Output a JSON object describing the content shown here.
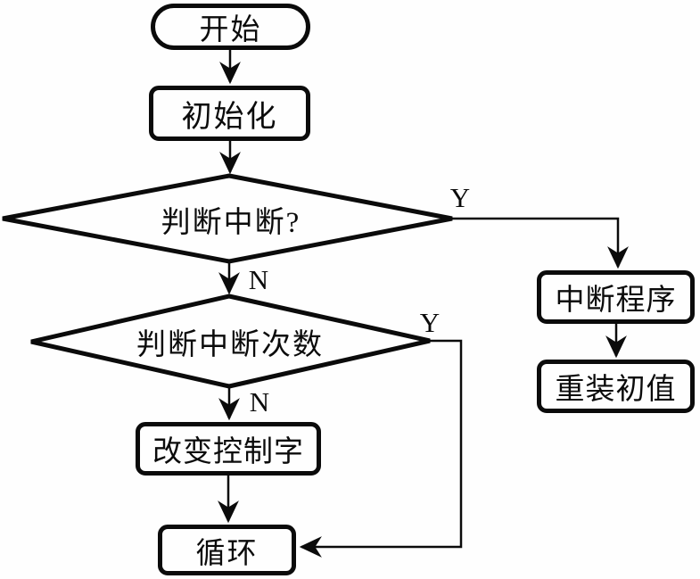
{
  "diagram": {
    "type": "flowchart",
    "language": "zh-CN",
    "colors": {
      "stroke": "#0b0b0b",
      "background": "#fefefe",
      "text": "#0b0b0b"
    },
    "nodes": {
      "start": {
        "shape": "terminator",
        "label": "开始"
      },
      "init": {
        "shape": "process",
        "label": "初始化"
      },
      "d1": {
        "shape": "decision",
        "label": "判断中断?"
      },
      "isr": {
        "shape": "process",
        "label": "中断程序"
      },
      "reload": {
        "shape": "process",
        "label": "重装初值"
      },
      "d2": {
        "shape": "decision",
        "label": "判断中断次数"
      },
      "ctrl": {
        "shape": "process",
        "label": "改变控制字"
      },
      "loop": {
        "shape": "process",
        "label": "循环"
      }
    },
    "edges": [
      {
        "from": "start",
        "to": "init",
        "label": ""
      },
      {
        "from": "init",
        "to": "d1",
        "label": ""
      },
      {
        "from": "d1",
        "to": "isr",
        "label": "Y"
      },
      {
        "from": "d1",
        "to": "d2",
        "label": "N"
      },
      {
        "from": "isr",
        "to": "reload",
        "label": ""
      },
      {
        "from": "d2",
        "to": "loop",
        "label": "Y"
      },
      {
        "from": "d2",
        "to": "ctrl",
        "label": "N"
      },
      {
        "from": "ctrl",
        "to": "loop",
        "label": ""
      }
    ],
    "edge_labels": {
      "d1_yes": "Y",
      "d1_no": "N",
      "d2_yes": "Y",
      "d2_no": "N"
    }
  }
}
